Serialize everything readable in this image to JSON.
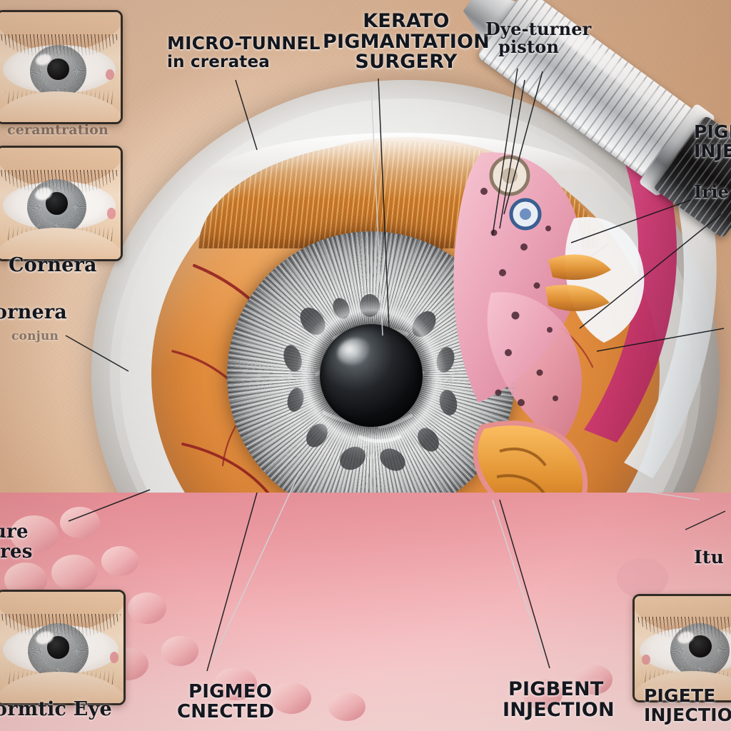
{
  "illustration": {
    "subject": "keratopigmentation-surgery-cross-section",
    "title_main_line1": "KERATO",
    "title_main_line2": "PIGMANTATION",
    "title_main_line3": "SURGERY"
  },
  "labels": {
    "micro_tunnel_l1": "Micro-tunnel",
    "micro_tunnel_l2": "in creratea",
    "dye_turner_l1": "Dye-turner",
    "dye_turner_l2": "piston",
    "pigment_injection_right_l1": "PIGMENT",
    "pigment_injection_right_l2": "iNJECTION",
    "iris_right": "Irie",
    "iris_right_lower": "Itu",
    "cornea_left_top": "ceramtration",
    "cornea_left": "Cornera",
    "cornea_left_lower": "ornera",
    "cornea_left_sub": "conjun",
    "sutures_l1": "ure",
    "sutures_l2": "ires",
    "normal_eye": "ormtic Eye",
    "pigment_injected_l1": "PIGMEO",
    "pigment_injected_l2": "CnECTED",
    "pigment_injection_bottom_l1": "PIGBENT",
    "pigment_injection_bottom_l2": "INJECTION",
    "pigment_injection_thumb_l1": "PiGEtE",
    "pigment_injection_thumb_l2": "iNJECTIO"
  },
  "colors": {
    "iris_gray": "#9a9c9d",
    "pupil_black": "#0c0d0f",
    "stroma_orange": "#e08b3c",
    "sclera_white": "#ececea",
    "vessel_red": "#8e1b20",
    "conjunctiva_pink": "#ea9aa1",
    "ciliary_magenta": "#c9356f",
    "label_ink": "#10151e",
    "paper_cream": "#f6eadf"
  },
  "structures": [
    "cornea",
    "sclera",
    "iris",
    "pupil",
    "ciliary body",
    "limbal vessels",
    "conjunctiva",
    "micro-tunnel",
    "syringe needle"
  ]
}
